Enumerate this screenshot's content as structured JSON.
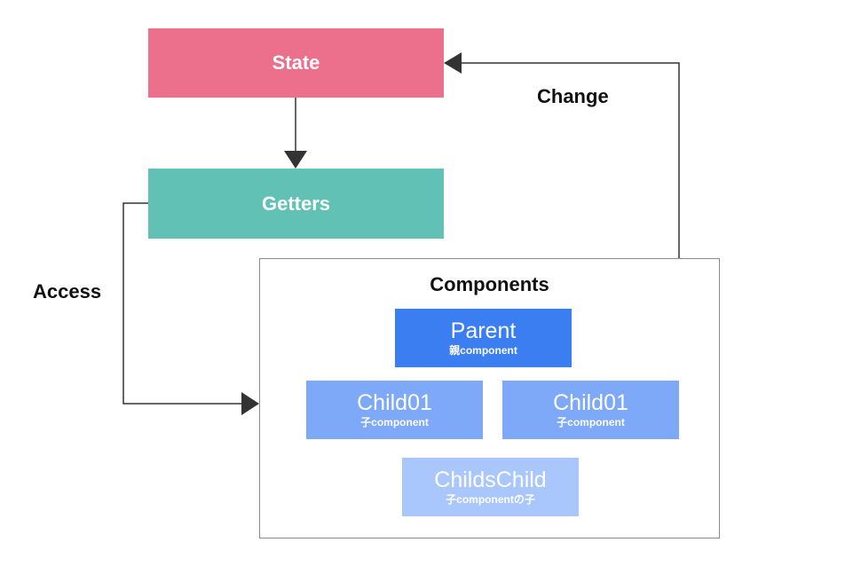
{
  "nodes": {
    "state": {
      "label": "State",
      "color": "#ec6f8c"
    },
    "getters": {
      "label": "Getters",
      "color": "#60c1b4"
    },
    "components": {
      "title": "Components",
      "parent": {
        "label": "Parent",
        "sub": "親component",
        "color": "#3b7ef2"
      },
      "child01_a": {
        "label": "Child01",
        "sub": "子component",
        "color": "#7ea8f8"
      },
      "child01_b": {
        "label": "Child01",
        "sub": "子component",
        "color": "#7ea8f8"
      },
      "childs_child": {
        "label": "ChildsChild",
        "sub": "子componentの子",
        "color": "#a9c7fc"
      }
    }
  },
  "edges": {
    "change": {
      "label": "Change",
      "from": "components",
      "to": "state"
    },
    "access": {
      "label": "Access",
      "from": "getters",
      "to": "components"
    },
    "state_to_getters": {
      "from": "state",
      "to": "getters"
    }
  },
  "colors": {
    "line": "#333333",
    "frame": "#8a8a8a"
  }
}
